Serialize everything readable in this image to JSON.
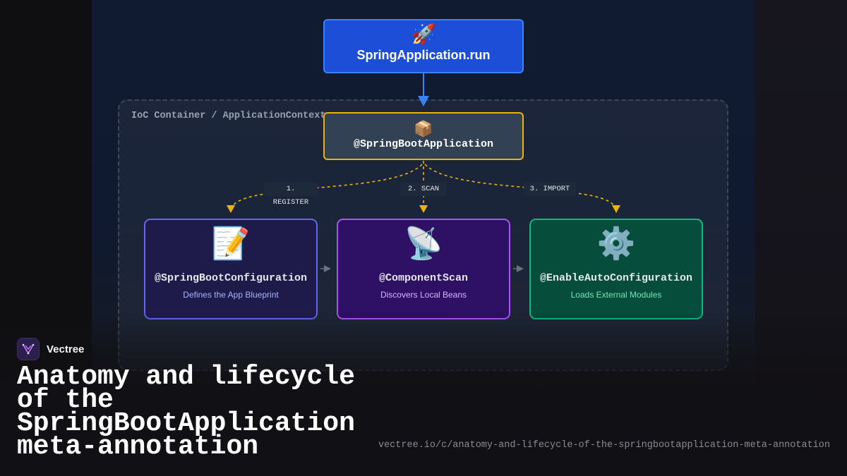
{
  "diagram": {
    "root": {
      "emoji": "🚀",
      "title": "SpringApplication.run"
    },
    "container_label": "IoC Container / ApplicationContext",
    "meta": {
      "emoji": "📦",
      "title": "@SpringBootApplication"
    },
    "edges": [
      {
        "label": "1. REGISTER"
      },
      {
        "label": "2. SCAN"
      },
      {
        "label": "3. IMPORT"
      }
    ],
    "cards": [
      {
        "emoji": "📝",
        "title": "@SpringBootConfiguration",
        "desc": "Defines the App Blueprint"
      },
      {
        "emoji": "📡",
        "title": "@ComponentScan",
        "desc": "Discovers Local Beans"
      },
      {
        "emoji": "⚙️",
        "title": "@EnableAutoConfiguration",
        "desc": "Loads External Modules"
      }
    ],
    "colors": {
      "root": "#1d4ed8",
      "dashed_wire": "#eab308",
      "config": "#6366f1",
      "scan": "#a855f7",
      "auto": "#10b981"
    }
  },
  "footer": {
    "brand": "Vectree",
    "headline": "Anatomy and lifecycle of the SpringBootApplication meta-annotation",
    "url": "vectree.io/c/anatomy-and-lifecycle-of-the-springbootapplication-meta-annotation"
  }
}
